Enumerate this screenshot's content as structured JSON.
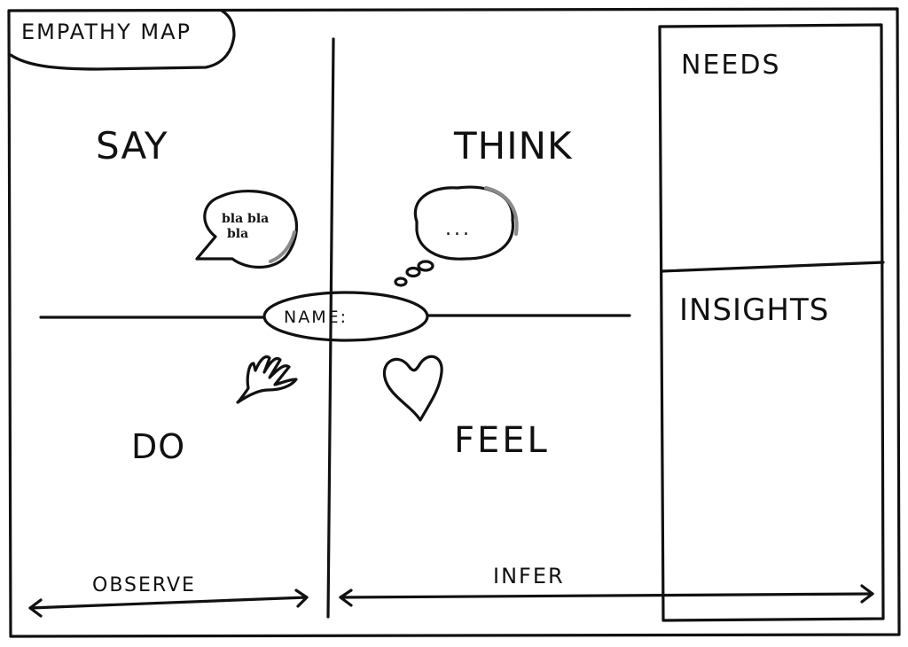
{
  "map": {
    "title": "EMPATHY MAP",
    "center_label": "NAME:",
    "quadrants": {
      "say": "SAY",
      "think": "THINK",
      "do": "DO",
      "feel": "FEEL"
    },
    "say_bubble": {
      "line1": "bla bla",
      "line2": "bla"
    },
    "think_bubble": "...",
    "side_panels": {
      "needs": "NEEDS",
      "insights": "INSIGHTS"
    },
    "axis_labels": {
      "observe": "OBSERVE",
      "infer": "INFER"
    },
    "icons": [
      "speech-bubble-icon",
      "thought-bubble-icon",
      "hand-icon",
      "heart-icon"
    ]
  }
}
